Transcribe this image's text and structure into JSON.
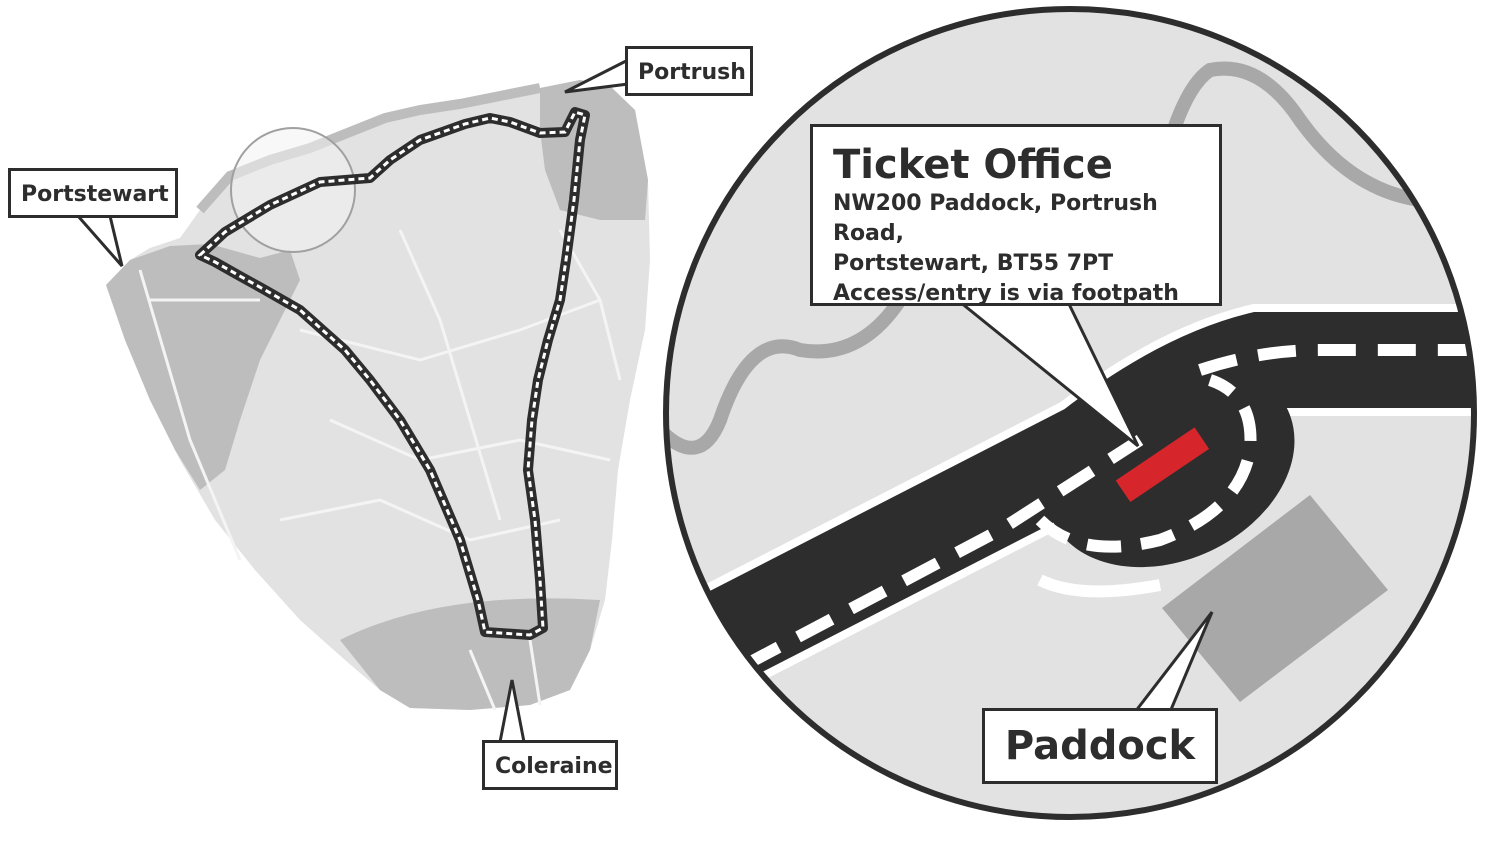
{
  "labels": {
    "portrush": "Portrush",
    "portstewart": "Portstewart",
    "coleraine": "Coleraine"
  },
  "ticket_office": {
    "title": "Ticket Office",
    "address_lines": [
      "NW200 Paddock, Portrush Road,",
      "Portstewart, BT55 7PT",
      "Access/entry is via footpath"
    ]
  },
  "paddock": {
    "label": "Paddock"
  },
  "colors": {
    "land": "#e2e2e2",
    "town": "#bdbdbd",
    "road": "#2d2d2d",
    "ticket_marker": "#d7262b",
    "border": "#2d2d2d"
  }
}
